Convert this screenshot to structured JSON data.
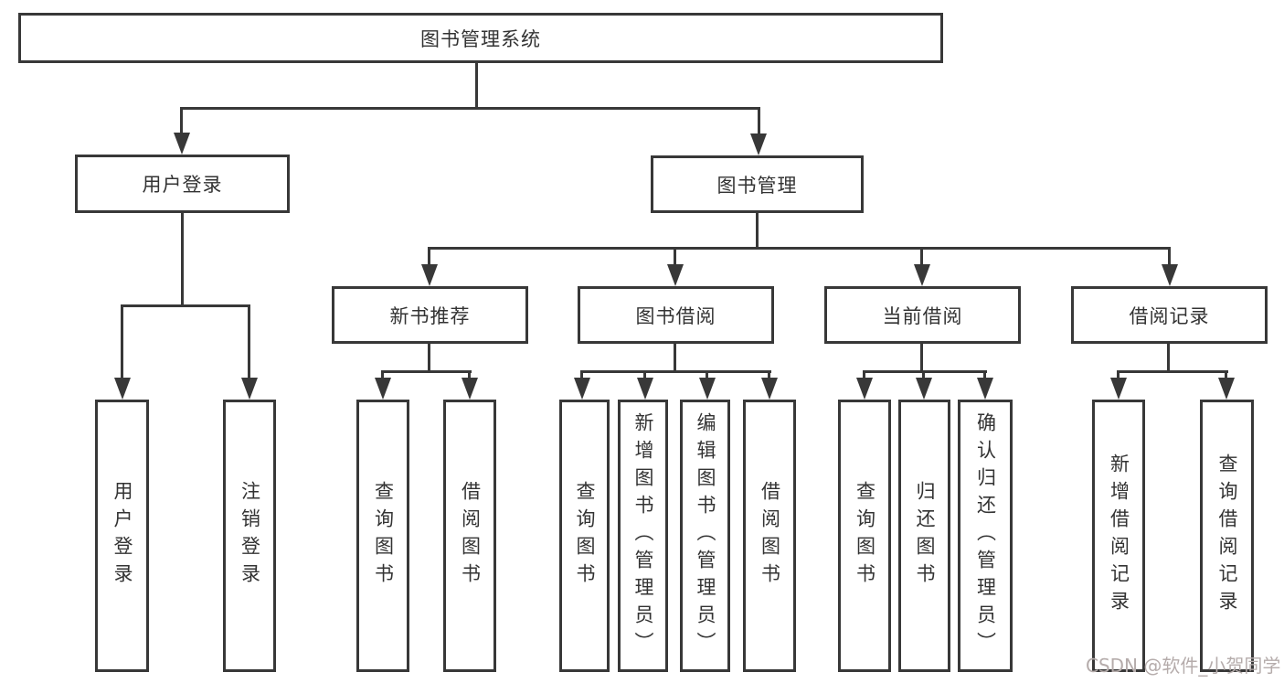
{
  "tree": {
    "label": "图书管理系统",
    "children": [
      {
        "label": "用户登录",
        "children": [
          {
            "label": "用户登录"
          },
          {
            "label": "注销登录"
          }
        ]
      },
      {
        "label": "图书管理",
        "children": [
          {
            "label": "新书推荐",
            "children": [
              {
                "label": "查询图书"
              },
              {
                "label": "借阅图书"
              }
            ]
          },
          {
            "label": "图书借阅",
            "children": [
              {
                "label": "查询图书"
              },
              {
                "label": "新增图书（管理员）"
              },
              {
                "label": "编辑图书（管理员）"
              },
              {
                "label": "借阅图书"
              }
            ]
          },
          {
            "label": "当前借阅",
            "children": [
              {
                "label": "查询图书"
              },
              {
                "label": "归还图书"
              },
              {
                "label": "确认归还（管理员）"
              }
            ]
          },
          {
            "label": "借阅记录",
            "children": [
              {
                "label": "新增借阅记录"
              },
              {
                "label": "查询借阅记录"
              }
            ]
          }
        ]
      }
    ]
  },
  "watermark": {
    "text": "CSDN @软件_小贺同学"
  },
  "colors": {
    "line": "#383838",
    "text": "#333333",
    "watermark": "#b5acab",
    "background": "#ffffff"
  }
}
